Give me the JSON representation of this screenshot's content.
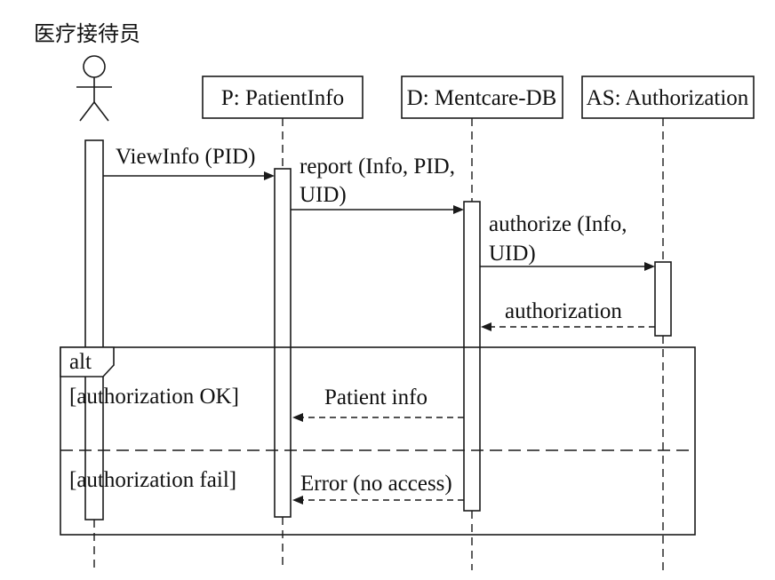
{
  "title": "医疗接待员",
  "actor": {
    "icon": "stick-figure-icon"
  },
  "lifelines": [
    {
      "label": "P: PatientInfo"
    },
    {
      "label": "D: Mentcare-DB"
    },
    {
      "label": "AS: Authorization"
    }
  ],
  "messages": [
    {
      "lines": [
        "ViewInfo (PID)"
      ]
    },
    {
      "lines": [
        "report (Info, PID,",
        "UID)"
      ]
    },
    {
      "lines": [
        "authorize (Info,",
        "UID)"
      ]
    },
    {
      "lines": [
        "authorization"
      ]
    }
  ],
  "alt": {
    "operator": "alt",
    "fragments": [
      {
        "guard": "[authorization OK]",
        "message": "Patient info"
      },
      {
        "guard": "[authorization fail]",
        "message": "Error (no access)"
      }
    ]
  },
  "colors": {
    "line": "#1a1a1a",
    "text": "#111111",
    "background": "#ffffff"
  }
}
